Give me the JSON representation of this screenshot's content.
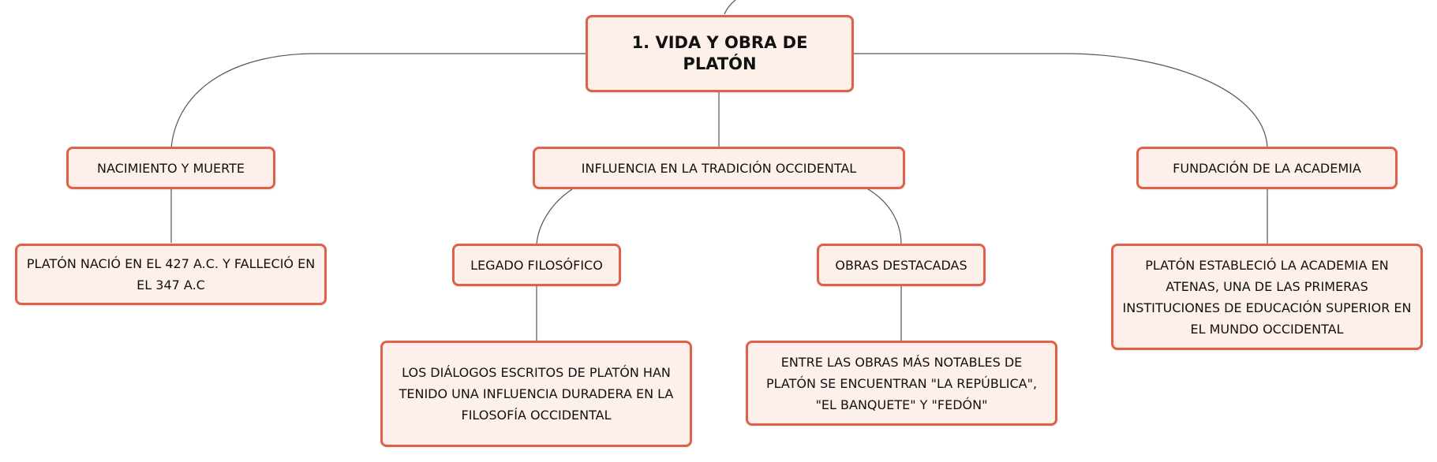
{
  "colors": {
    "node_fill": "#fdf0eb",
    "node_border": "#e0604a",
    "connector": "#555555",
    "text": "#111111"
  },
  "nodes": {
    "root": "1. VIDA Y OBRA DE PLATÓN",
    "birth_death": "NACIMIENTO Y MUERTE",
    "birth_death_detail": "PLATÓN NACIÓ EN EL 427 A.C. Y FALLECIÓ EN EL 347 A.C",
    "influence": "INFLUENCIA EN LA TRADICIÓN OCCIDENTAL",
    "legacy": "LEGADO FILOSÓFICO",
    "legacy_detail": "LOS DIÁLOGOS ESCRITOS DE PLATÓN HAN TENIDO UNA INFLUENCIA DURADERA EN LA FILOSOFÍA OCCIDENTAL",
    "works": "OBRAS DESTACADAS",
    "works_detail": "ENTRE LAS OBRAS MÁS NOTABLES DE PLATÓN SE ENCUENTRAN \"LA REPÚBLICA\", \"EL BANQUETE\" Y \"FEDÓN\"",
    "academy": "FUNDACIÓN DE LA ACADEMIA",
    "academy_detail": "PLATÓN ESTABLECIÓ LA ACADEMIA EN ATENAS, UNA DE LAS PRIMERAS INSTITUCIONES DE EDUCACIÓN SUPERIOR EN EL MUNDO OCCIDENTAL"
  }
}
